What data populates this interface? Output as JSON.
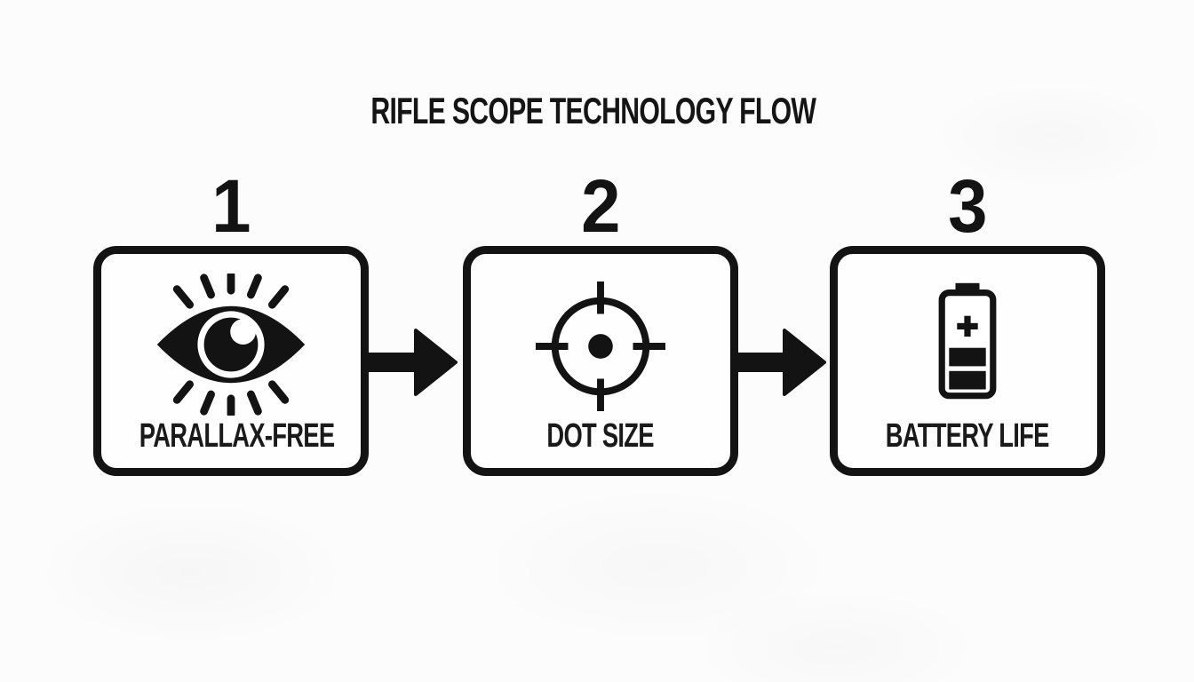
{
  "title": "RIFLE SCOPE TECHNOLOGY FLOW",
  "steps": [
    {
      "number": "1",
      "label": "PARALLAX-FREE",
      "icon": "eye-icon"
    },
    {
      "number": "2",
      "label": "DOT SIZE",
      "icon": "crosshair-dot-icon"
    },
    {
      "number": "3",
      "label": "BATTERY LIFE",
      "icon": "battery-icon"
    }
  ],
  "arrows": [
    {
      "name": "arrow-step1-to-step2",
      "direction": "right"
    },
    {
      "name": "arrow-step2-to-step3",
      "direction": "right"
    }
  ],
  "colors": {
    "ink": "#131313",
    "background": "#fcfcfc"
  }
}
